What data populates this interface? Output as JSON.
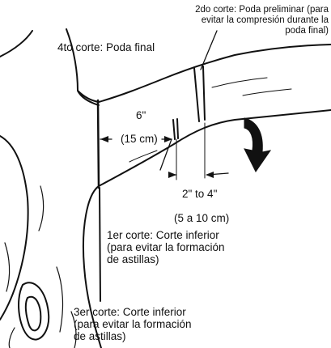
{
  "labels": {
    "second_cut": [
      "2do corte: Poda preliminar (para",
      "evitar la compresión durante la",
      "poda final)"
    ],
    "fourth_cut": "4to corte: Poda final",
    "dist_six_in": "6\"",
    "dist_fifteen_cm": "(15 cm)",
    "dist_two_four_in": "2\" to 4\"",
    "dist_five_ten_cm": "(5 a 10 cm)",
    "first_cut": [
      "1er corte: Corte inferior",
      "(para evitar la formación",
      "de astillas)"
    ],
    "third_cut": [
      "3er corte: Corte inferior",
      "(para evitar la formación",
      "de astillas)"
    ]
  }
}
